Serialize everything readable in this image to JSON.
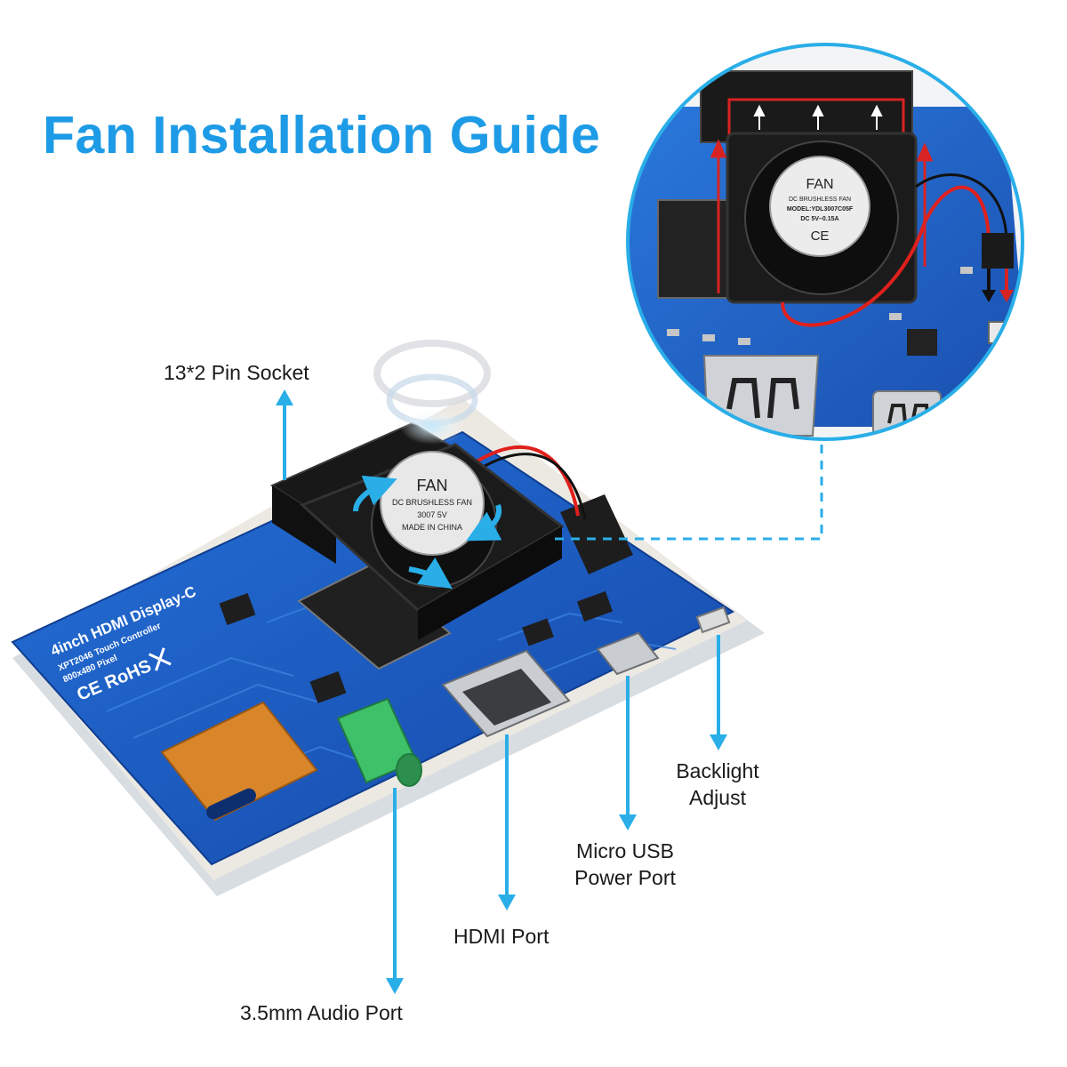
{
  "title": "Fan Installation Guide",
  "labels": {
    "pin_socket": "13*2 Pin Socket",
    "backlight_line1": "Backlight",
    "backlight_line2": "Adjust",
    "micro_usb_line1": "Micro USB",
    "micro_usb_line2": "Power Port",
    "hdmi_port": "HDMI Port",
    "audio_port": "3.5mm Audio Port"
  },
  "board_print": {
    "model": "4inch HDMI Display-C",
    "controller": "XPT2046 Touch Controller",
    "resolution": "800x480 Pixel",
    "ce": "CE",
    "rohs": "RoHS"
  },
  "fan_label_main": {
    "brand": "FAN",
    "type": "DC BRUSHLESS FAN",
    "model": "3007 5V",
    "origin": "MADE IN CHINA"
  },
  "fan_label_zoom": {
    "brand": "FAN",
    "type": "DC BRUSHLESS FAN",
    "model": "MODEL:YDL3007C05F",
    "rating": "DC 5V–0.15A",
    "ce": "CE"
  },
  "colors": {
    "accent": "#1e9be6",
    "arrow": "#29aee8",
    "pcb": "#1c5cc4",
    "pcb_dark": "#0f3d8f",
    "fan": "#1b1b1b",
    "wire_red": "#e0201c",
    "audio_green": "#3fc16a",
    "flex_cable": "#d9862a"
  }
}
